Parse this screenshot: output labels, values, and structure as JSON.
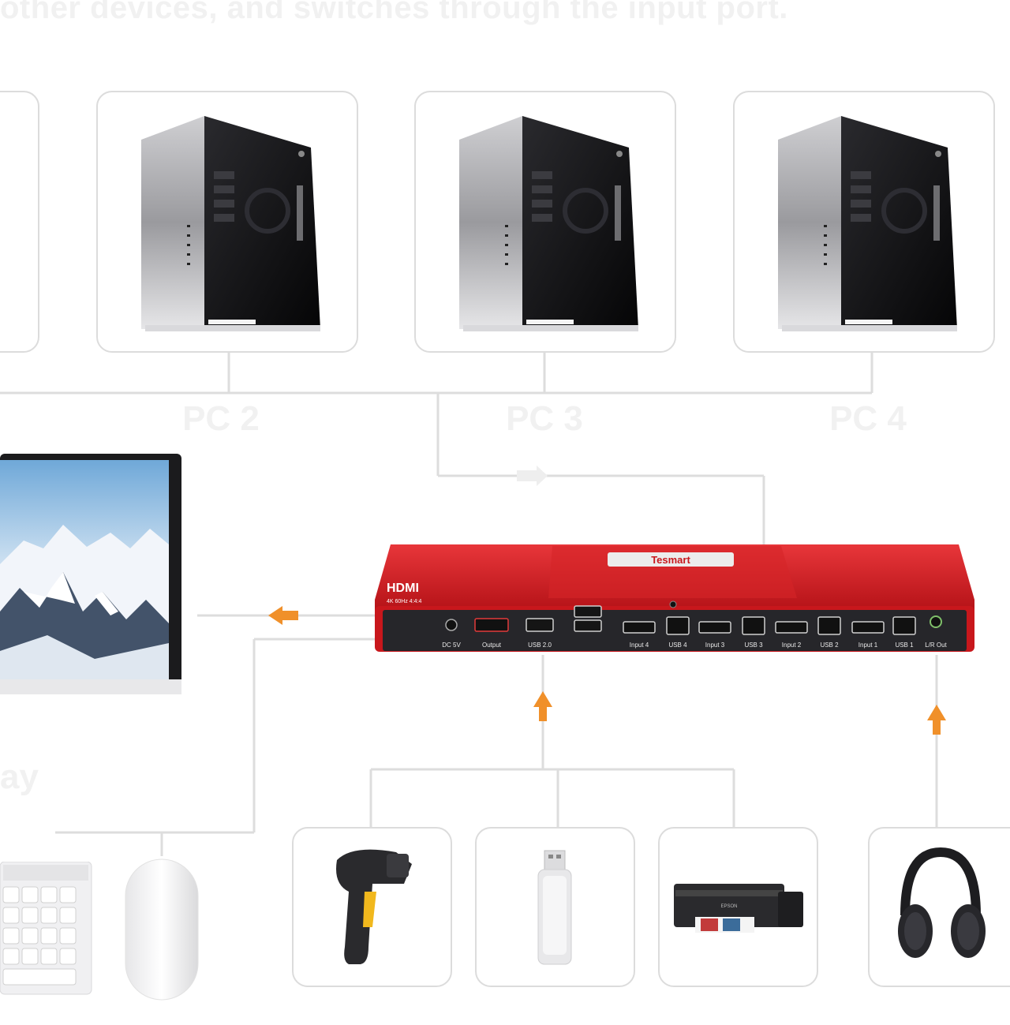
{
  "headline": "other devices, and switches through the input port.",
  "pcs": [
    {
      "label": ""
    },
    {
      "label": "PC 2"
    },
    {
      "label": "PC 3"
    },
    {
      "label": "PC 4"
    }
  ],
  "kvm": {
    "brand": "Tesmart",
    "hdmi_badge": "HDMI",
    "resolution_badge": "4K 60Hz 4:4:4",
    "ports": {
      "dc": "DC 5V",
      "output": "Output",
      "usb20": "USB 2.0",
      "input4": "Input 4",
      "usb4": "USB 4",
      "input3": "Input 3",
      "usb3": "USB 3",
      "input2": "Input 2",
      "usb2": "USB 2",
      "input1": "Input 1",
      "usb1": "USB 1",
      "lrout": "L/R Out"
    }
  },
  "display_label_partial": "ay",
  "peripherals": [
    "barcode-scanner",
    "usb-flash-drive",
    "printer",
    "headphones"
  ],
  "colors": {
    "line": "#dddddd",
    "arrow": "#f0902a",
    "kvm_red": "#c8171c",
    "kvm_panel": "#26262a"
  }
}
